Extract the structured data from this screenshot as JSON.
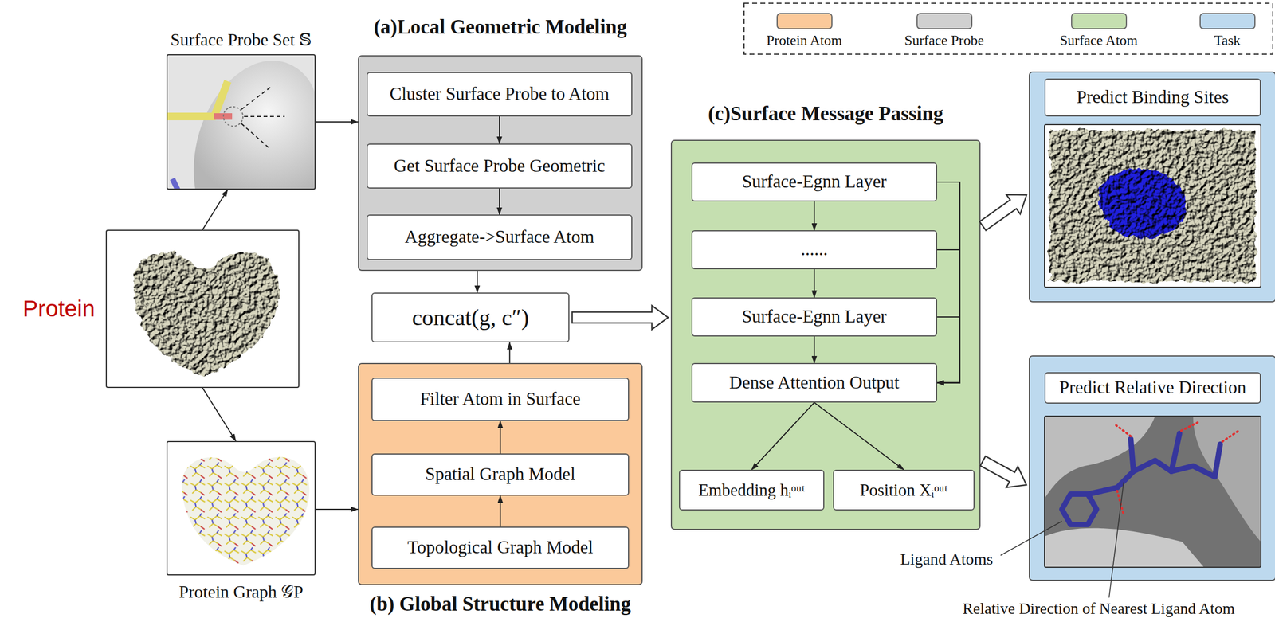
{
  "diagram": {
    "nodes": [
      {
        "text": [
          "Protein"
        ]
      },
      {
        "text": [
          "Surface Probe Set 𝕊"
        ]
      },
      {
        "text": [
          "Protein Graph 𝒢P"
        ]
      },
      {
        "text": [
          "(a)Local Geometric Modeling"
        ]
      },
      {
        "text": [
          "Cluster Surface Probe to Atom"
        ],
        "in": 3
      },
      {
        "text": [
          "Get Surface Probe Geometric"
        ],
        "in": 3
      },
      {
        "text": [
          "Aggregate->Surface Atom"
        ],
        "in": 3
      },
      {
        "text": [
          "concat(g, c″)"
        ]
      },
      {
        "text": [
          "(b) Global Structure Modeling"
        ]
      },
      {
        "text": [
          "Filter Atom in Surface"
        ],
        "in": 8
      },
      {
        "text": [
          "Spatial Graph Model"
        ],
        "in": 8
      },
      {
        "text": [
          "Topological Graph Model"
        ],
        "in": 8
      },
      {
        "text": [
          "(c)Surface Message Passing"
        ]
      },
      {
        "text": [
          "Surface-Egnn Layer"
        ],
        "in": 12
      },
      {
        "text": [
          "......"
        ],
        "in": 12
      },
      {
        "text": [
          "Surface-Egnn Layer"
        ],
        "in": 12
      },
      {
        "text": [
          "Dense Attention Output"
        ],
        "in": 12
      },
      {
        "text": [
          "Embedding hᵢᵒᵘᵗ"
        ],
        "in": 12
      },
      {
        "text": [
          "Position Xᵢᵒᵘᵗ"
        ],
        "in": 12
      },
      {
        "text": [
          "Predict Binding Sites"
        ]
      },
      {
        "text": [
          "Predict Relative Direction"
        ]
      }
    ],
    "edges": [
      {
        "from": 0,
        "to": 1,
        "arrow": "to"
      },
      {
        "from": 0,
        "to": 2,
        "arrow": "to"
      },
      {
        "from": 1,
        "to": 3,
        "arrow": "to"
      },
      {
        "from": 2,
        "to": 8,
        "arrow": "to"
      },
      {
        "from": 4,
        "to": 5,
        "arrow": "to"
      },
      {
        "from": 5,
        "to": 6,
        "arrow": "to"
      },
      {
        "from": 11,
        "to": 10,
        "arrow": "to"
      },
      {
        "from": 10,
        "to": 9,
        "arrow": "to"
      },
      {
        "from": 3,
        "to": 7,
        "arrow": "to"
      },
      {
        "from": 8,
        "to": 7,
        "arrow": "to"
      },
      {
        "from": 7,
        "to": 12,
        "arrow": "to"
      },
      {
        "from": 13,
        "to": 14,
        "arrow": "to"
      },
      {
        "from": 14,
        "to": 15,
        "arrow": "to"
      },
      {
        "from": 15,
        "to": 16,
        "arrow": "to"
      },
      {
        "from": 13,
        "to": 16,
        "arrow": "to"
      },
      {
        "from": 14,
        "to": 16,
        "arrow": "to"
      },
      {
        "from": 15,
        "to": 16,
        "arrow": "to"
      },
      {
        "from": 16,
        "to": 17,
        "arrow": "to"
      },
      {
        "from": 16,
        "to": 18,
        "arrow": "to"
      },
      {
        "from": 12,
        "to": 19,
        "arrow": "to"
      },
      {
        "from": 12,
        "to": 20,
        "arrow": "to"
      }
    ],
    "labels": [
      "Ligand Atoms",
      "Relative Direction of Nearest Ligand Atom"
    ],
    "legend": [
      {
        "text": "Protein Atom",
        "color": "#fbc99a"
      },
      {
        "text": "Surface Probe",
        "color": "#d0d0d0"
      },
      {
        "text": "Surface Atom",
        "color": "#c5dfb0"
      },
      {
        "text": "Task",
        "color": "#bdd9ee"
      }
    ]
  }
}
